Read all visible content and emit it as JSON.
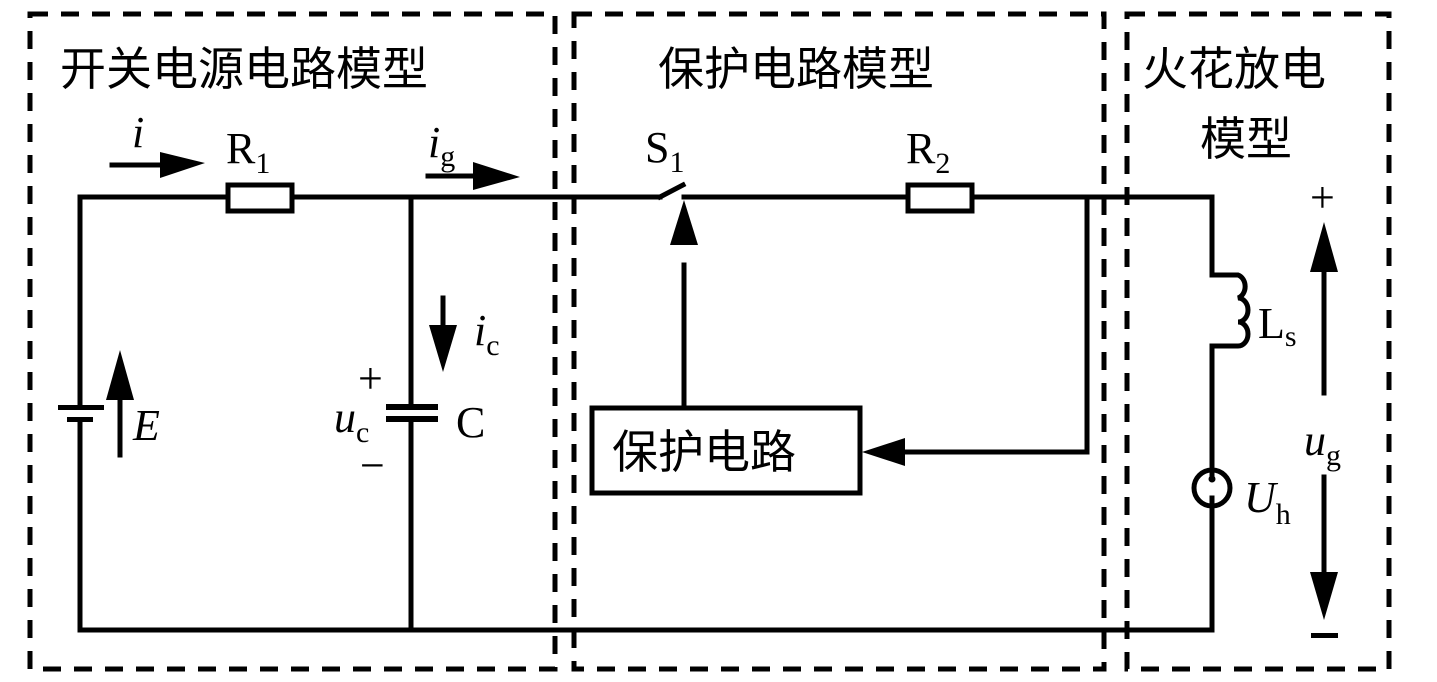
{
  "diagram": {
    "sections": {
      "switching_power": {
        "title": "开关电源电路模型"
      },
      "protection": {
        "title": "保护电路模型"
      },
      "spark_discharge": {
        "title_line1": "火花放电",
        "title_line2": "模型"
      }
    },
    "protection_block": {
      "label": "保护电路"
    },
    "components": {
      "source": {
        "symbol": "E"
      },
      "R1": {
        "main": "R",
        "sub": "1"
      },
      "R2": {
        "main": "R",
        "sub": "2"
      },
      "S1": {
        "main": "S",
        "sub": "1"
      },
      "C": {
        "symbol": "C"
      },
      "Ls": {
        "main": "L",
        "sub": "s"
      },
      "Uh": {
        "main": "U",
        "sub": "h"
      }
    },
    "currents": {
      "i": {
        "main": "i"
      },
      "ig": {
        "main": "i",
        "sub": "g"
      },
      "ic": {
        "main": "i",
        "sub": "c"
      }
    },
    "voltages": {
      "uc": {
        "main": "u",
        "sub": "c",
        "plus": "+",
        "minus": "−"
      },
      "ug": {
        "main": "u",
        "sub": "g",
        "plus": "+",
        "minus": "−"
      }
    }
  }
}
